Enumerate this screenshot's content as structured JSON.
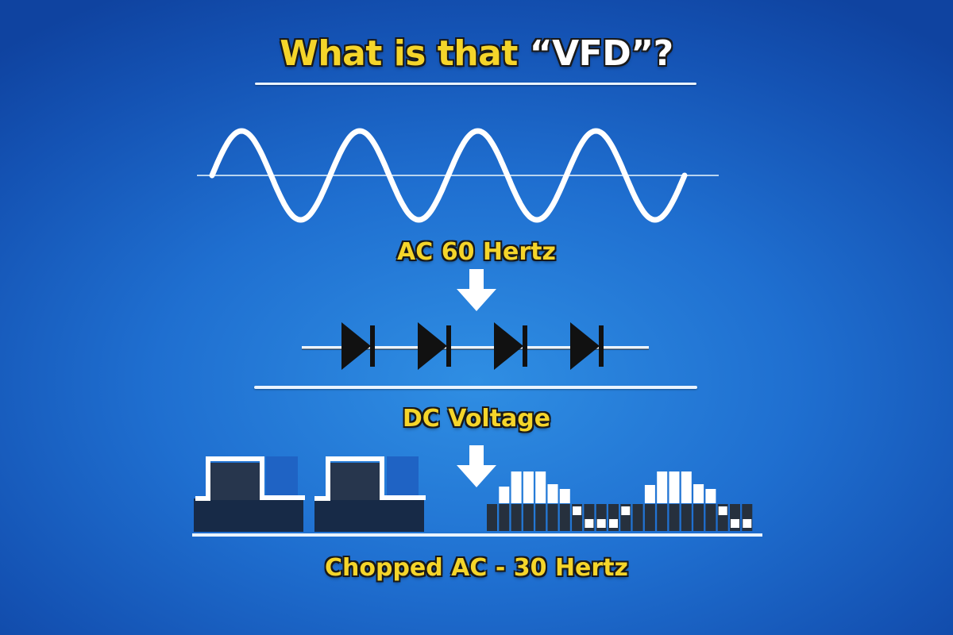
{
  "title": {
    "prefix": "What is that ",
    "highlight": "“VFD”?",
    "text_color": "#f5d52a",
    "highlight_color": "#ffffff"
  },
  "sections": [
    {
      "id": "ac",
      "label": "AC 60 Hertz",
      "graphic": "sine-wave",
      "cycles": 4
    },
    {
      "id": "rectifier",
      "graphic": "diode-chain",
      "diode_count": 4
    },
    {
      "id": "dc",
      "label": "DC Voltage",
      "graphic": "square-pulses",
      "pulse_count": 2
    },
    {
      "id": "chopped",
      "label": "Chopped AC - 30 Hertz",
      "graphic": "pwm-bars"
    }
  ],
  "labels": {
    "ac": "AC 60 Hertz",
    "dc": "DC Voltage",
    "chopped": "Chopped AC - 30 Hertz"
  },
  "colors": {
    "background": "#1f6fd0",
    "label_yellow": "#f5d52a",
    "line_white": "#eaf4ff",
    "diode_black": "#111111",
    "dark_block": "#1b2a40"
  },
  "pwm_bars": {
    "count": 22,
    "white_top_heights": [
      0,
      22,
      41,
      41,
      41,
      25,
      19,
      0,
      0,
      0,
      0,
      0,
      0,
      24,
      41,
      41,
      41,
      25,
      19,
      0,
      0,
      0
    ],
    "square_position": [
      "",
      "",
      "",
      "",
      "",
      "",
      "",
      "high",
      "low",
      "low",
      "low",
      "high",
      "",
      "",
      "",
      "",
      "",
      "",
      "",
      "high",
      "low",
      "low"
    ]
  }
}
